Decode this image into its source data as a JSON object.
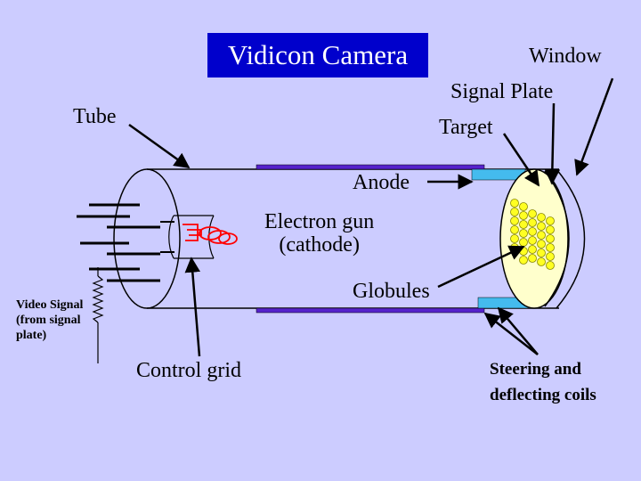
{
  "title": "Vidicon Camera",
  "labels": {
    "tube": "Tube",
    "window": "Window",
    "signal_plate": "Signal Plate",
    "target": "Target",
    "anode": "Anode",
    "electron_gun_line1": "Electron gun",
    "electron_gun_line2": "(cathode)",
    "globules": "Globules",
    "video_signal_line1": "Video Signal",
    "video_signal_line2": "(from signal",
    "video_signal_line3": "plate)",
    "control_grid": "Control grid",
    "coils_line1": "Steering and",
    "coils_line2": "deflecting coils"
  },
  "colors": {
    "background": "#ccccff",
    "title_bg": "#0000cc",
    "coil_bar": "#5522cc",
    "anode_bar": "#44bbee",
    "target_fill": "#ffffcc",
    "globule": "#ffff22",
    "filament": "#ff0000"
  }
}
